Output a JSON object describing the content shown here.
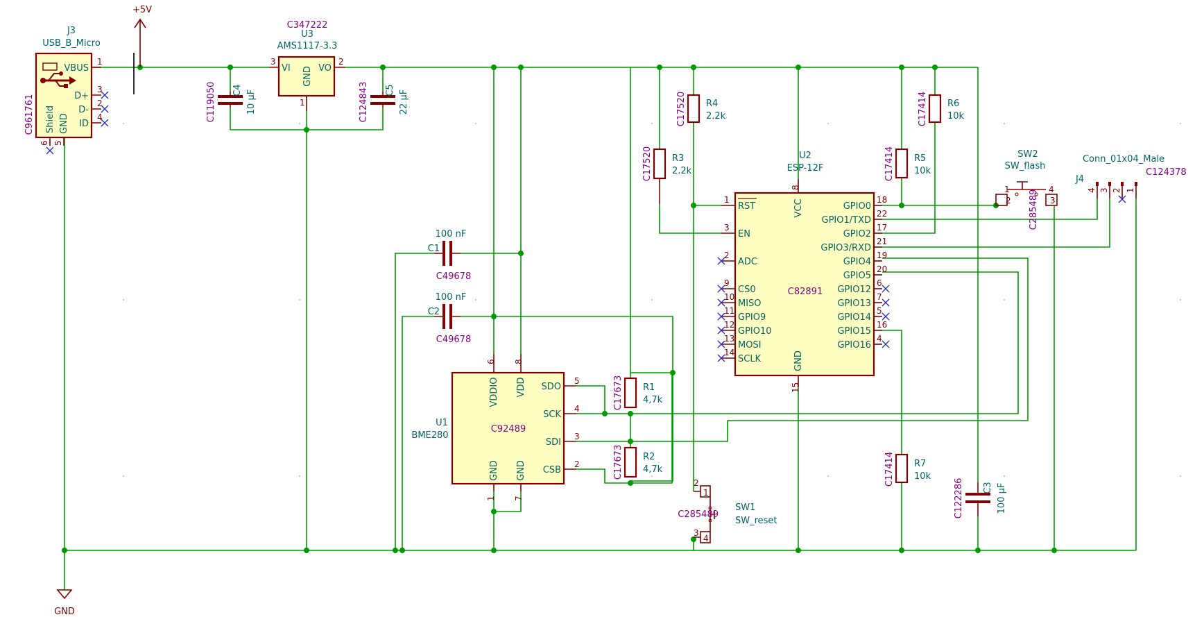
{
  "power": {
    "vcc": "+5V",
    "gnd": "GND"
  },
  "J3": {
    "ref": "J3",
    "value": "USB_B_Micro",
    "lcsc": "C961761",
    "pins": {
      "vbus": "VBUS",
      "dp": "D+",
      "dm": "D-",
      "id": "ID",
      "shield": "Shield",
      "gnd": "GND"
    },
    "nums": {
      "vbus": "1",
      "dp": "3",
      "dm": "2",
      "id": "4",
      "shield": "6",
      "gnd": "5"
    }
  },
  "U3": {
    "ref": "U3",
    "value": "AMS1117-3.3",
    "lcsc": "C347222",
    "pins": {
      "vi": "VI",
      "vo": "VO",
      "gnd": "GND"
    },
    "nums": {
      "vi": "3",
      "vo": "2",
      "gnd": "1"
    }
  },
  "C4": {
    "ref": "C4",
    "value": "10 µF",
    "lcsc": "C119050"
  },
  "C5": {
    "ref": "C5",
    "value": "22 µF",
    "lcsc": "C124843"
  },
  "C1": {
    "ref": "C1",
    "value": "100 nF",
    "lcsc": "C49678"
  },
  "C2": {
    "ref": "C2",
    "value": "100 nF",
    "lcsc": "C49678"
  },
  "C3": {
    "ref": "C3",
    "value": "100 µF",
    "lcsc": "C122286"
  },
  "R1": {
    "ref": "R1",
    "value": "4,7k",
    "lcsc": "C17673"
  },
  "R2": {
    "ref": "R2",
    "value": "4,7k",
    "lcsc": "C17673"
  },
  "R3": {
    "ref": "R3",
    "value": "2.2k",
    "lcsc": "C17520"
  },
  "R4": {
    "ref": "R4",
    "value": "2.2k",
    "lcsc": "C17520"
  },
  "R5": {
    "ref": "R5",
    "value": "10k",
    "lcsc": "C17414"
  },
  "R6": {
    "ref": "R6",
    "value": "10k",
    "lcsc": "C17414"
  },
  "R7": {
    "ref": "R7",
    "value": "10k",
    "lcsc": "C17414"
  },
  "U1": {
    "ref": "U1",
    "value": "BME280",
    "lcsc": "C92489",
    "pins": {
      "vddio": "VDDIO",
      "vdd": "VDD",
      "sdo": "SDO",
      "sck": "SCK",
      "sdi": "SDI",
      "csb": "CSB",
      "gnd": "GND"
    },
    "nums": {
      "vddio": "6",
      "vdd": "8",
      "sdo": "5",
      "sck": "4",
      "sdi": "3",
      "csb": "2",
      "gnd1": "1",
      "gnd2": "7"
    }
  },
  "U2": {
    "ref": "U2",
    "value": "ESP-12F",
    "lcsc": "C82891",
    "left": [
      {
        "name": "RST",
        "num": "1"
      },
      {
        "name": "EN",
        "num": "3"
      },
      {
        "name": "ADC",
        "num": "2"
      },
      {
        "name": "CS0",
        "num": "9"
      },
      {
        "name": "MISO",
        "num": "10"
      },
      {
        "name": "GPIO9",
        "num": "11"
      },
      {
        "name": "GPIO10",
        "num": "12"
      },
      {
        "name": "MOSI",
        "num": "13"
      },
      {
        "name": "SCLK",
        "num": "14"
      }
    ],
    "right": [
      {
        "name": "GPIO0",
        "num": "18"
      },
      {
        "name": "GPIO1/TXD",
        "num": "22"
      },
      {
        "name": "GPIO2",
        "num": "17"
      },
      {
        "name": "GPIO3/RXD",
        "num": "21"
      },
      {
        "name": "GPIO4",
        "num": "19"
      },
      {
        "name": "GPIO5",
        "num": "20"
      },
      {
        "name": "GPIO12",
        "num": "6"
      },
      {
        "name": "GPIO13",
        "num": "7"
      },
      {
        "name": "GPIO14",
        "num": "5"
      },
      {
        "name": "GPIO15",
        "num": "16"
      },
      {
        "name": "GPIO16",
        "num": "4"
      }
    ],
    "vcc": "VCC",
    "vccnum": "8",
    "gnd": "GND",
    "gndnum": "15"
  },
  "SW1": {
    "ref": "SW1",
    "value": "SW_reset",
    "lcsc": "C285489",
    "nums": [
      "2",
      "1",
      "3",
      "4"
    ]
  },
  "SW2": {
    "ref": "SW2",
    "value": "SW_flash",
    "lcsc": "C285489",
    "nums": [
      "1",
      "2",
      "4",
      "3"
    ]
  },
  "J4": {
    "ref": "J4",
    "value": "Conn_01x04_Male",
    "lcsc": "C124378",
    "nums": [
      "4",
      "3",
      "2",
      "1"
    ]
  }
}
